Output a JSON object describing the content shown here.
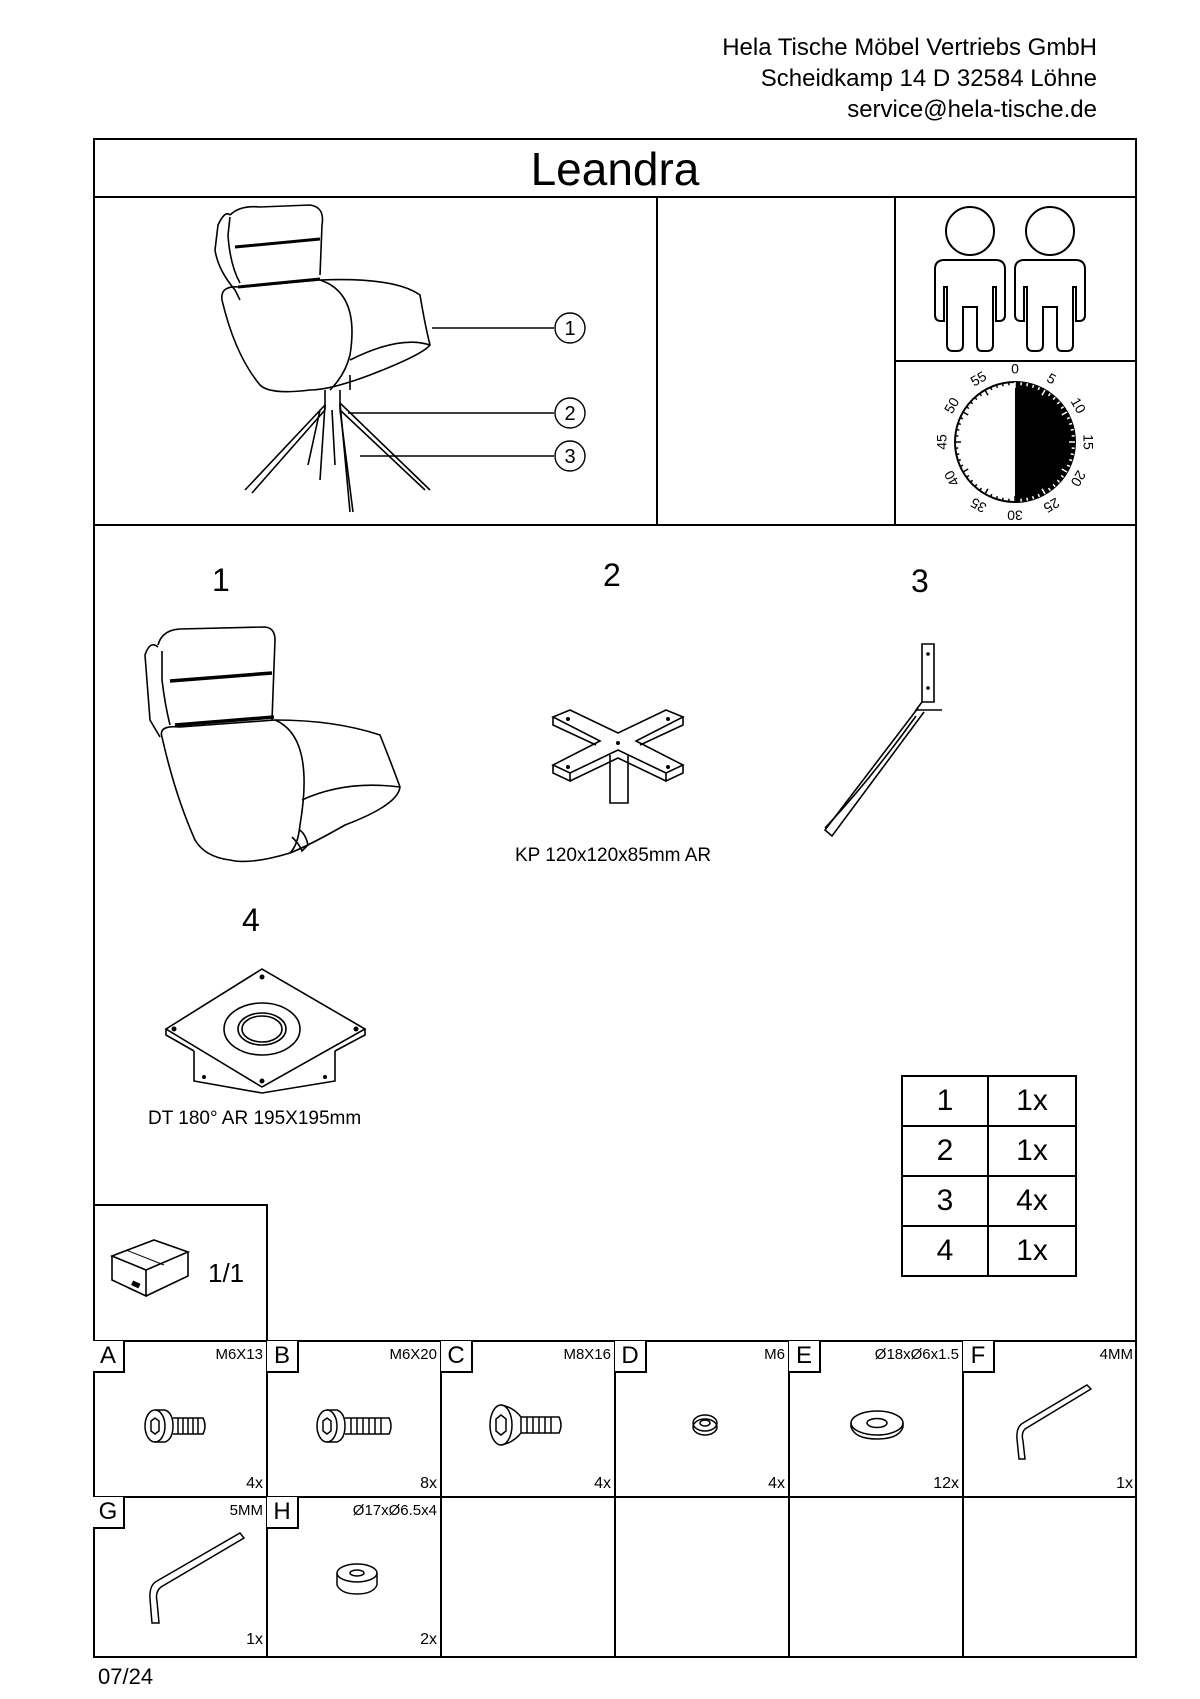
{
  "header": {
    "company": "Hela Tische Möbel Vertriebs GmbH",
    "address": "Scheidkamp 14 D 32584 Löhne",
    "email": "service@hela-tische.de"
  },
  "product": {
    "name": "Leandra"
  },
  "overview": {
    "callouts": [
      "1",
      "2",
      "3"
    ],
    "persons": 2,
    "assembly_time_minutes": 30,
    "dial_labels": [
      "0",
      "5",
      "10",
      "15",
      "20",
      "25",
      "30",
      "35",
      "40",
      "45",
      "50",
      "55"
    ]
  },
  "parts": [
    {
      "number": "1",
      "caption": ""
    },
    {
      "number": "2",
      "caption": "KP 120x120x85mm AR"
    },
    {
      "number": "3",
      "caption": ""
    },
    {
      "number": "4",
      "caption": "DT 180° AR  195X195mm"
    }
  ],
  "quantities": [
    {
      "part": "1",
      "qty": "1x"
    },
    {
      "part": "2",
      "qty": "1x"
    },
    {
      "part": "3",
      "qty": "4x"
    },
    {
      "part": "4",
      "qty": "1x"
    }
  ],
  "package": {
    "label": "1/1",
    "icon": "package-box-icon"
  },
  "hardware": [
    {
      "letter": "A",
      "spec": "M6X13",
      "count": "4x",
      "icon": "hex-socket-bolt-icon"
    },
    {
      "letter": "B",
      "spec": "M6X20",
      "count": "8x",
      "icon": "hex-socket-bolt-icon"
    },
    {
      "letter": "C",
      "spec": "M8X16",
      "count": "4x",
      "icon": "countersunk-bolt-icon"
    },
    {
      "letter": "D",
      "spec": "M6",
      "count": "4x",
      "icon": "spring-washer-icon"
    },
    {
      "letter": "E",
      "spec": "Ø18xØ6x1.5",
      "count": "12x",
      "icon": "flat-washer-icon"
    },
    {
      "letter": "F",
      "spec": "4MM",
      "count": "1x",
      "icon": "allen-key-icon"
    },
    {
      "letter": "G",
      "spec": "5MM",
      "count": "1x",
      "icon": "allen-key-icon"
    },
    {
      "letter": "H",
      "spec": "Ø17xØ6.5x4",
      "count": "2x",
      "icon": "spacer-ring-icon"
    }
  ],
  "footer": {
    "date": "07/24"
  }
}
